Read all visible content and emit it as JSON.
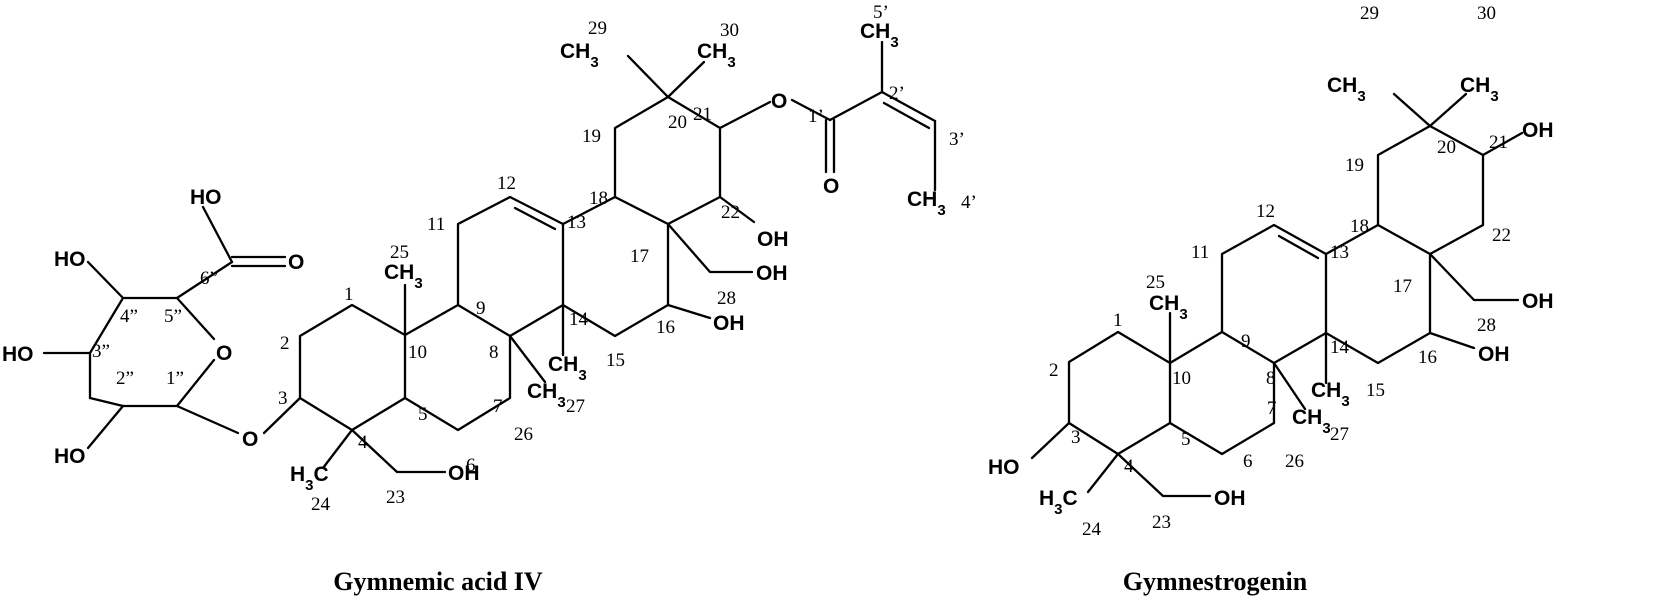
{
  "compound_names": [
    "Gymnemic acid IV",
    "Gymnestrogenin"
  ],
  "molecules": [
    {
      "groups": [
        "HO",
        "O",
        "HO",
        "HO",
        "O",
        "HO",
        "O",
        "OH",
        "O",
        "O",
        "OH",
        "OH",
        "OH",
        "H3C",
        "CH3",
        "CH3",
        "CH3",
        "CH3",
        "CH3",
        "CH3",
        "CH3"
      ],
      "carbon_numbers": [
        "1",
        "2",
        "3",
        "4",
        "5",
        "6",
        "7",
        "8",
        "9",
        "10",
        "11",
        "12",
        "13",
        "14",
        "15",
        "16",
        "17",
        "18",
        "19",
        "20",
        "21",
        "22",
        "23",
        "24",
        "25",
        "26",
        "27",
        "28",
        "29",
        "30",
        "1’",
        "2’",
        "3’",
        "4’",
        "5’",
        "1”",
        "2”",
        "3”",
        "4”",
        "5”",
        "6”"
      ]
    },
    {
      "groups": [
        "HO",
        "OH",
        "OH",
        "OH",
        "OH",
        "H3C",
        "CH3",
        "CH3",
        "CH3",
        "CH3",
        "CH3"
      ],
      "carbon_numbers": [
        "1",
        "2",
        "3",
        "4",
        "5",
        "6",
        "7",
        "8",
        "9",
        "10",
        "11",
        "12",
        "13",
        "14",
        "15",
        "16",
        "17",
        "18",
        "19",
        "20",
        "21",
        "22",
        "23",
        "24",
        "25",
        "26",
        "27",
        "28",
        "29",
        "30"
      ]
    }
  ]
}
